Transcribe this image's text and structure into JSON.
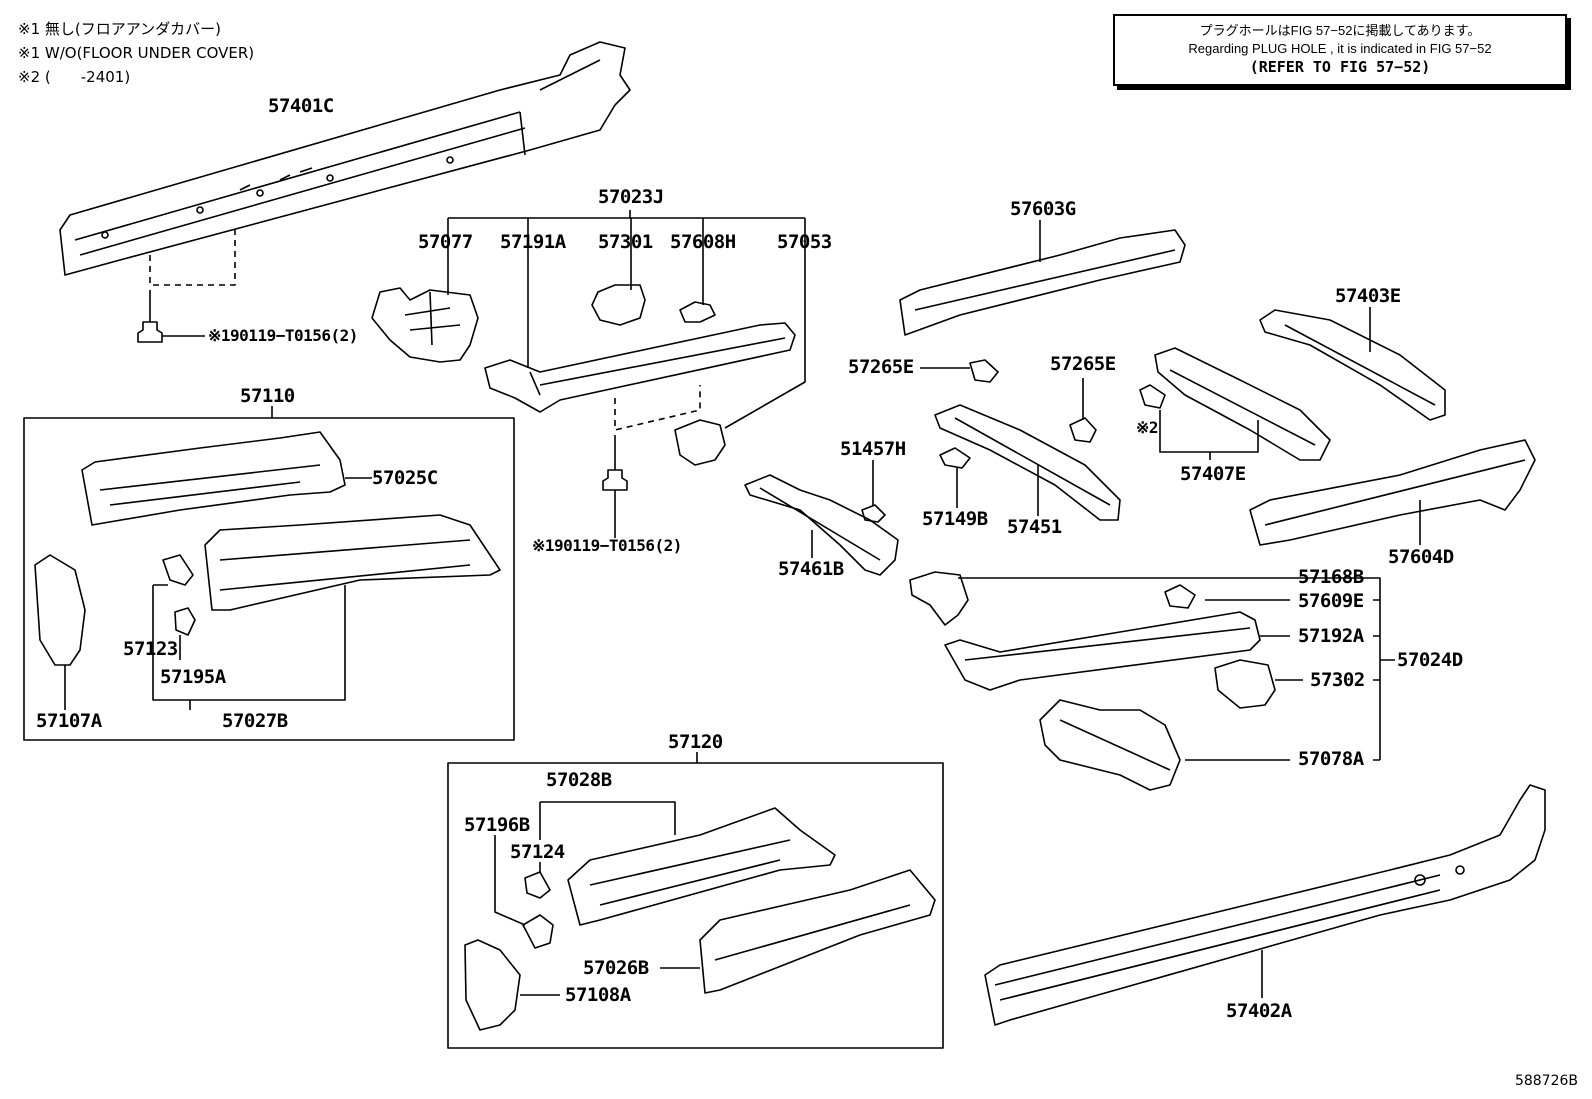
{
  "notes": {
    "n1_jp": "※1 無し(フロアアンダカバー)",
    "n1_en": "※1 W/O(FLOOR UNDER COVER)",
    "n2": "※2 (　　-2401)"
  },
  "reference_box": {
    "jp": "プラグホールはFIG 57−52に掲載してあります。",
    "en": "Regarding  PLUG  HOLE , it is indicated in  FIG  57−52",
    "refer": "(REFER  TO  FIG  57−52)"
  },
  "figure_id": "588726B",
  "parts": {
    "p57401C": "57401C",
    "bolt1": "※190119−T0156(2)",
    "p57023J": "57023J",
    "p57077": "57077",
    "p57191A": "57191A",
    "p57301": "57301",
    "p57608H": "57608H",
    "p57053": "57053",
    "bolt2": "※190119−T0156(2)",
    "p57603G": "57603G",
    "p57403E": "57403E",
    "p57265E_a": "57265E",
    "p57265E_b": "57265E",
    "p57407E": "57407E",
    "note2": "※2",
    "p51457H": "51457H",
    "p57149B": "57149B",
    "p57451": "57451",
    "p57461B": "57461B",
    "p57604D": "57604D",
    "p57110": "57110",
    "p57025C": "57025C",
    "p57123": "57123",
    "p57195A": "57195A",
    "p57107A": "57107A",
    "p57027B": "57027B",
    "p57168B": "57168B",
    "p57609E": "57609E",
    "p57192A": "57192A",
    "p57024D": "57024D",
    "p57302": "57302",
    "p57078A": "57078A",
    "p57120": "57120",
    "p57028B": "57028B",
    "p57196B": "57196B",
    "p57124": "57124",
    "p57026B": "57026B",
    "p57108A": "57108A",
    "p57402A": "57402A"
  }
}
